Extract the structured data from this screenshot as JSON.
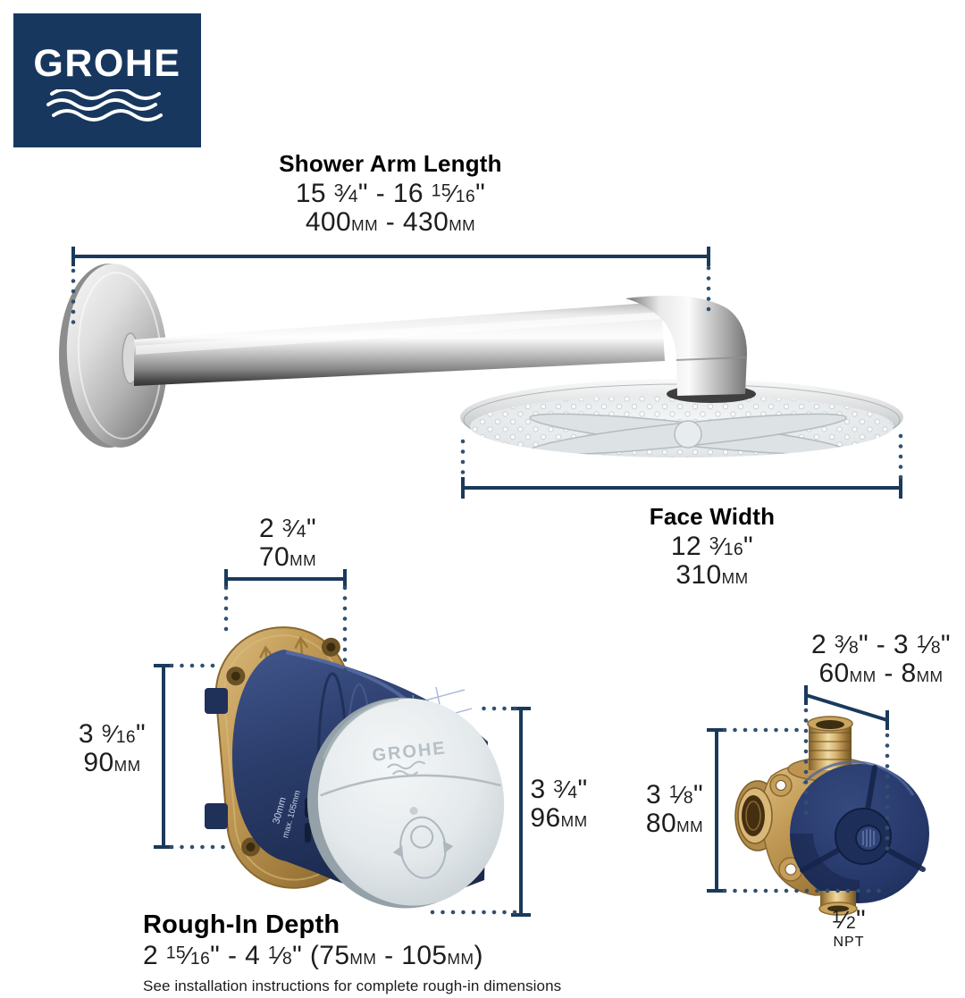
{
  "brand": {
    "logo_text": "GROHE"
  },
  "colors": {
    "logo_navy": "#17375e",
    "dimension_line": "#1a3a5c",
    "dot_line": "#31506e",
    "text": "#1d1d1d",
    "brass": "#c49e59",
    "valve_navy": "#2b3d6b",
    "cap_gray": "#e3e8ea",
    "chrome": "#d7d7d7"
  },
  "shower_arm": {
    "title": "Shower Arm Length",
    "inches": "15 3/4\" - 16 15/16\"",
    "mm": "400mm - 430mm"
  },
  "face_width": {
    "title": "Face Width",
    "inches": "12 3/16\"",
    "mm": "310mm"
  },
  "rough_in_valve": {
    "width": {
      "inches": "2 3/4\"",
      "mm": "70mm"
    },
    "height": {
      "inches": "3 9/16\"",
      "mm": "90mm"
    },
    "depth_front": {
      "inches": "3 3/4\"",
      "mm": "96mm"
    },
    "rough_in_depth": {
      "title": "Rough-In Depth",
      "value": "2 15/16\" - 4 1/8\" (75mm - 105mm)",
      "note": "See installation instructions for complete rough-in dimensions"
    },
    "body_marking": "30mm",
    "body_marking_2": "max. 105mm",
    "cap_logo_text": "GROHE"
  },
  "diverter_valve": {
    "width": {
      "inches": "2 3/8\" - 3 1/8\"",
      "mm": "60mm - 8mm"
    },
    "height": {
      "inches": "3 1/8\"",
      "mm": "80mm"
    },
    "connection": {
      "size": "1/2\"",
      "thread": "NPT"
    }
  }
}
